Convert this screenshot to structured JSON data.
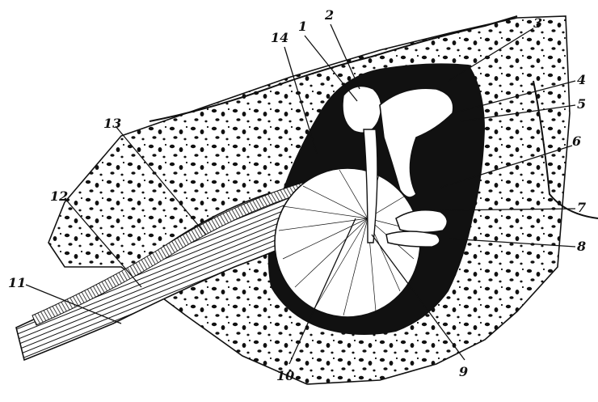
{
  "figure": {
    "subject": "middle-ear-anatomy-illustration",
    "ink_color": "#111111",
    "paper_color": "#ffffff",
    "labels": [
      {
        "id": "label-1",
        "text": "1"
      },
      {
        "id": "label-2",
        "text": "2"
      },
      {
        "id": "label-3",
        "text": "3"
      },
      {
        "id": "label-4",
        "text": "4"
      },
      {
        "id": "label-5",
        "text": "5"
      },
      {
        "id": "label-6",
        "text": "6"
      },
      {
        "id": "label-7",
        "text": "7"
      },
      {
        "id": "label-8",
        "text": "8"
      },
      {
        "id": "label-9",
        "text": "9"
      },
      {
        "id": "label-10",
        "text": "10"
      },
      {
        "id": "label-11",
        "text": "11"
      },
      {
        "id": "label-12",
        "text": "12"
      },
      {
        "id": "label-13",
        "text": "13"
      },
      {
        "id": "label-14",
        "text": "14"
      }
    ]
  }
}
